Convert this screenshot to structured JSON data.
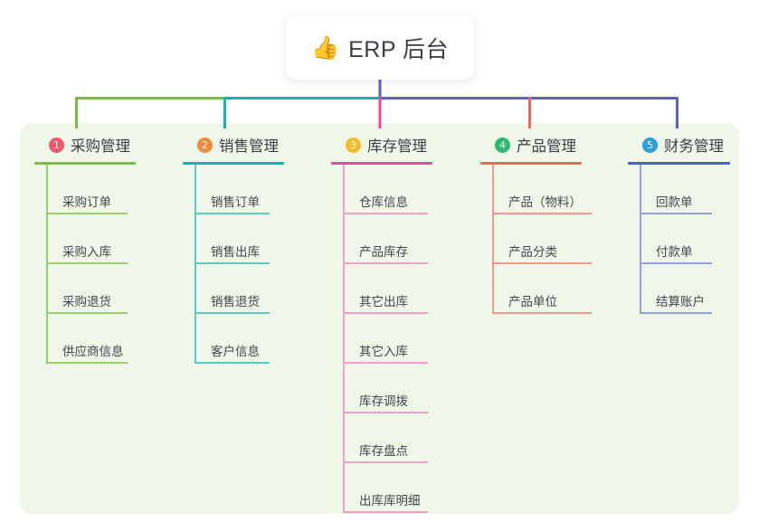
{
  "root": {
    "icon": "thumbs-up-icon",
    "icon_glyph": "👍",
    "title": "ERP 后台"
  },
  "theme": {
    "panel_bg": "#eef7e8",
    "page_bg": "#ffffff",
    "text": "#3b3f45",
    "item_text": "#43474d"
  },
  "bus": {
    "segments": [
      {
        "name": "bus-green",
        "color": "#7cbb4a"
      },
      {
        "name": "bus-teal",
        "color": "#18b3a6"
      },
      {
        "name": "bus-indigo",
        "color": "#5b62c4"
      }
    ]
  },
  "columns": [
    {
      "number": "1",
      "title": "采购管理",
      "badge_color": "#f4566b",
      "rule_color": "#7cbb4a",
      "line_color": "#9ccd6f",
      "drop_color": "#7cbb4a",
      "items": [
        {
          "label": "采购订单"
        },
        {
          "label": "采购入库"
        },
        {
          "label": "采购退货"
        },
        {
          "label": "供应商信息"
        }
      ]
    },
    {
      "number": "2",
      "title": "销售管理",
      "badge_color": "#f08a3c",
      "rule_color": "#18b3a6",
      "line_color": "#5fc9bf",
      "drop_color": "#18b3a6",
      "items": [
        {
          "label": "销售订单"
        },
        {
          "label": "销售出库"
        },
        {
          "label": "销售退货"
        },
        {
          "label": "客户信息"
        }
      ]
    },
    {
      "number": "3",
      "title": "库存管理",
      "badge_color": "#f5bb2a",
      "rule_color": "#ec4899",
      "line_color": "#efa0c4",
      "drop_color": "#ec4899",
      "items": [
        {
          "label": "仓库信息"
        },
        {
          "label": "产品库存"
        },
        {
          "label": "其它出库"
        },
        {
          "label": "其它入库"
        },
        {
          "label": "库存调拨"
        },
        {
          "label": "库存盘点"
        },
        {
          "label": "出库库明细"
        }
      ]
    },
    {
      "number": "4",
      "title": "产品管理",
      "badge_color": "#2eb872",
      "rule_color": "#f4675f",
      "line_color": "#f5958e",
      "drop_color": "#f4675f",
      "items": [
        {
          "label": "产品（物料）"
        },
        {
          "label": "产品分类"
        },
        {
          "label": "产品单位"
        }
      ]
    },
    {
      "number": "5",
      "title": "财务管理",
      "badge_color": "#2b9fe0",
      "rule_color": "#4a63c8",
      "line_color": "#94a3e0",
      "drop_color": "#5b62c4",
      "items": [
        {
          "label": "回款单"
        },
        {
          "label": "付款单"
        },
        {
          "label": "结算账户"
        }
      ]
    }
  ]
}
